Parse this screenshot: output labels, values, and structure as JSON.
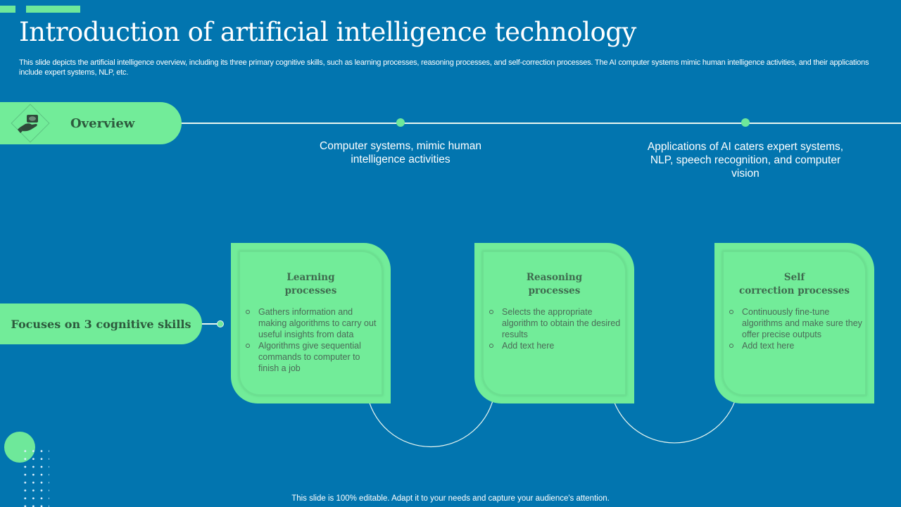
{
  "slide": {
    "title": "Introduction of artificial intelligence technology",
    "subtitle": "This slide depicts the artificial intelligence overview, including its three primary cognitive skills, such as learning processes, reasoning processes, and self-correction processes. The AI computer systems mimic human intelligence activities, and their applications include expert systems, NLP, etc.",
    "footer": "This slide is 100% editable. Adapt it to your needs and capture your audience's attention.",
    "colors": {
      "background": "#0275af",
      "accent": "#72ec99",
      "heading_text": "#2d5a3d"
    }
  },
  "overview": {
    "label": "Overview",
    "icon": "hand-holding-money-icon",
    "points": [
      {
        "text": "Computer systems, mimic human intelligence activities"
      },
      {
        "text": "Applications of AI caters expert systems, NLP, speech recognition, and computer vision"
      }
    ]
  },
  "skills": {
    "label": "Focuses on 3 cognitive skills",
    "cards": [
      {
        "title_line1": "Learning",
        "title_line2": "processes",
        "bullets": [
          "Gathers information and making algorithms to carry out useful insights from data",
          "Algorithms give sequential commands to computer to finish a job"
        ]
      },
      {
        "title_line1": "Reasoning",
        "title_line2": "processes",
        "bullets": [
          "Selects the appropriate algorithm to obtain the desired results",
          "Add text here"
        ]
      },
      {
        "title_line1": "Self",
        "title_line2": "correction processes",
        "bullets": [
          "Continuously fine-tune algorithms and make sure they offer precise outputs",
          "Add text here"
        ]
      }
    ]
  }
}
